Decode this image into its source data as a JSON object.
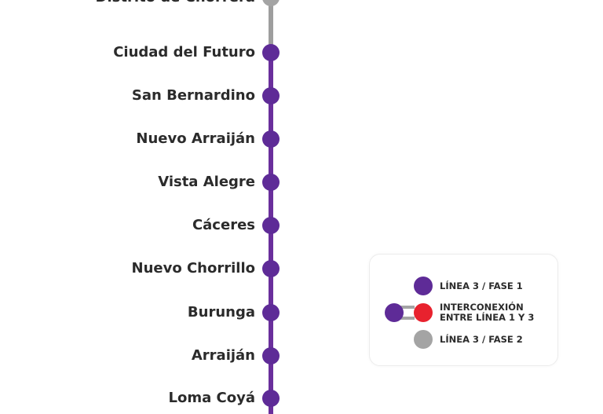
{
  "map": {
    "colors": {
      "phase1": "#5e2b97",
      "phase2": "#a4a4a4",
      "interconnection": "#e8222e",
      "line_purple": "#6a2f9c"
    },
    "stations": [
      {
        "name": "Distrito de Chorrera",
        "phase": "2"
      },
      {
        "name": "Ciudad del Futuro",
        "phase": "1"
      },
      {
        "name": "San Bernardino",
        "phase": "1"
      },
      {
        "name": "Nuevo Arraiján",
        "phase": "1"
      },
      {
        "name": "Vista Alegre",
        "phase": "1"
      },
      {
        "name": "Cáceres",
        "phase": "1"
      },
      {
        "name": "Nuevo Chorrillo",
        "phase": "1"
      },
      {
        "name": "Burunga",
        "phase": "1"
      },
      {
        "name": "Arraiján",
        "phase": "1"
      },
      {
        "name": "Loma Coyá",
        "phase": "1"
      }
    ]
  },
  "legend": {
    "items": [
      {
        "label": "LÍNEA 3 / FASE 1",
        "icon": "purple-dot"
      },
      {
        "label_line1": "INTERCONEXIÓN",
        "label_line2": "ENTRE LÍNEA 1 Y 3",
        "icon": "purple-red-connector"
      },
      {
        "label": "LÍNEA 3 / FASE 2",
        "icon": "gray-dot"
      }
    ]
  }
}
